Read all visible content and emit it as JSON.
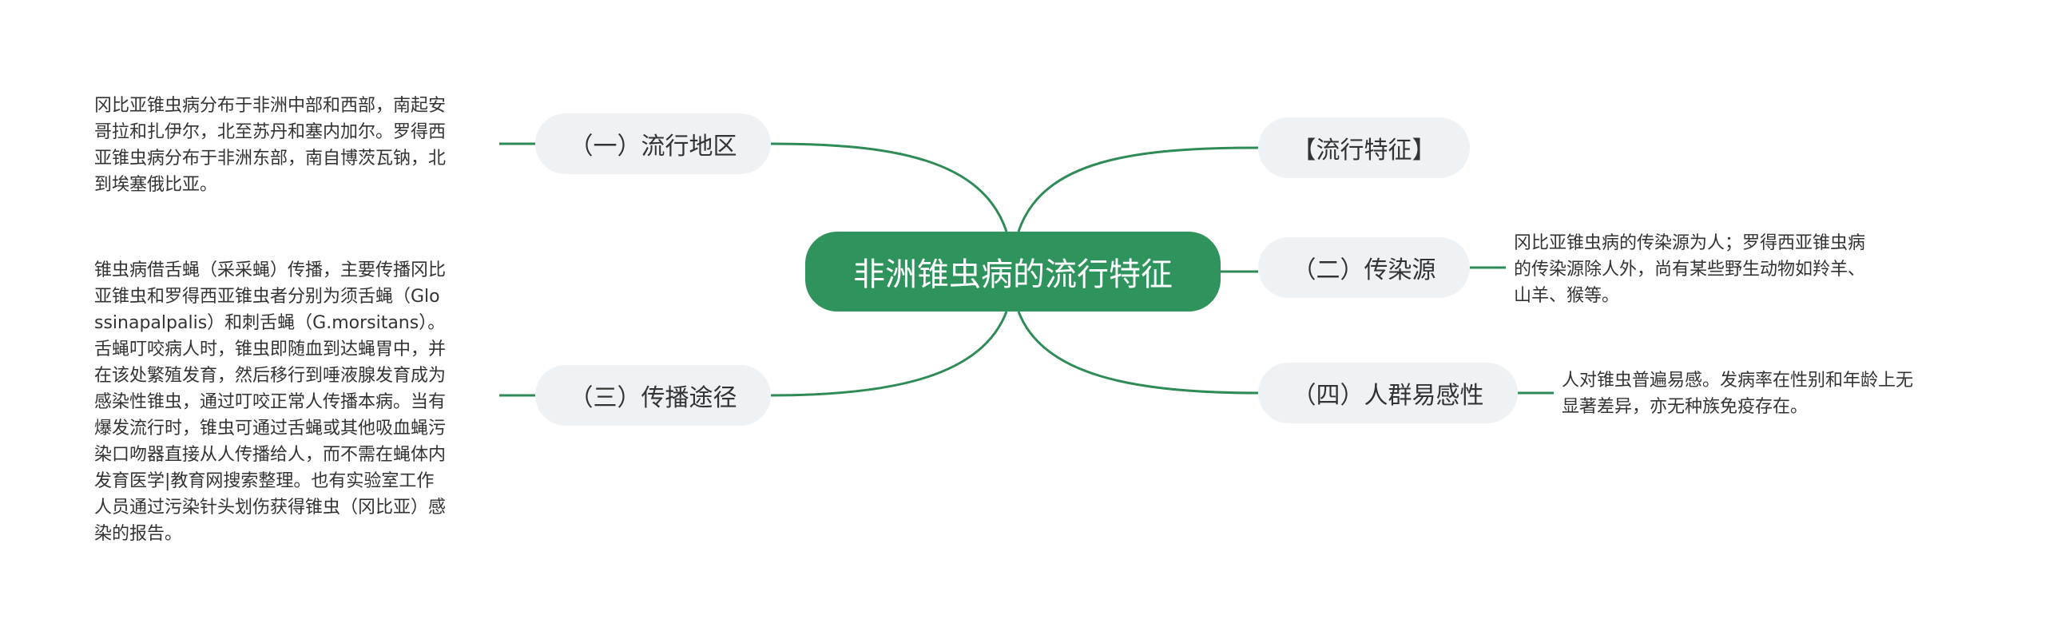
{
  "central_topic": "非洲锥虫病的流行特征",
  "branches": {
    "region": {
      "label": "（一）流行地区",
      "note": "冈比亚锥虫病分布于非洲中部和西部，南起安\n哥拉和扎伊尔，北至苏丹和塞内加尔。罗得西\n亚锥虫病分布于非洲东部，南自博茨瓦钠，北\n到埃塞俄比亚。"
    },
    "features": {
      "label": "【流行特征】"
    },
    "source": {
      "label": "（二）传染源",
      "note": "冈比亚锥虫病的传染源为人；罗得西亚锥虫病\n的传染源除人外，尚有某些野生动物如羚羊、\n山羊、猴等。"
    },
    "route": {
      "label": "（三）传播途径",
      "note": "锥虫病借舌蝇（采采蝇）传播，主要传播冈比\n亚锥虫和罗得西亚锥虫者分别为须舌蝇（Glo\nssinapalpalis）和刺舌蝇（G.morsitans）。\n舌蝇叮咬病人时，锥虫即随血到达蝇胃中，并\n在该处繁殖发育，然后移行到唾液腺发育成为\n感染性锥虫，通过叮咬正常人传播本病。当有\n爆发流行时，锥虫可通过舌蝇或其他吸血蝇污\n染口吻器直接从人传播给人，而不需在蝇体内\n发育医学|教育网搜索整理。也有实验室工作\n人员通过污染针头划伤获得锥虫（冈比亚）感\n染的报告。"
    },
    "susceptibility": {
      "label": "（四）人群易感性",
      "note": "人对锥虫普遍易感。发病率在性别和年龄上无\n显著差异，亦无种族免疫存在。"
    }
  },
  "colors": {
    "central_fill": "#2e935c",
    "connector": "#2e8b57",
    "topic_fill": "#eff2f5",
    "text": "#333333"
  }
}
